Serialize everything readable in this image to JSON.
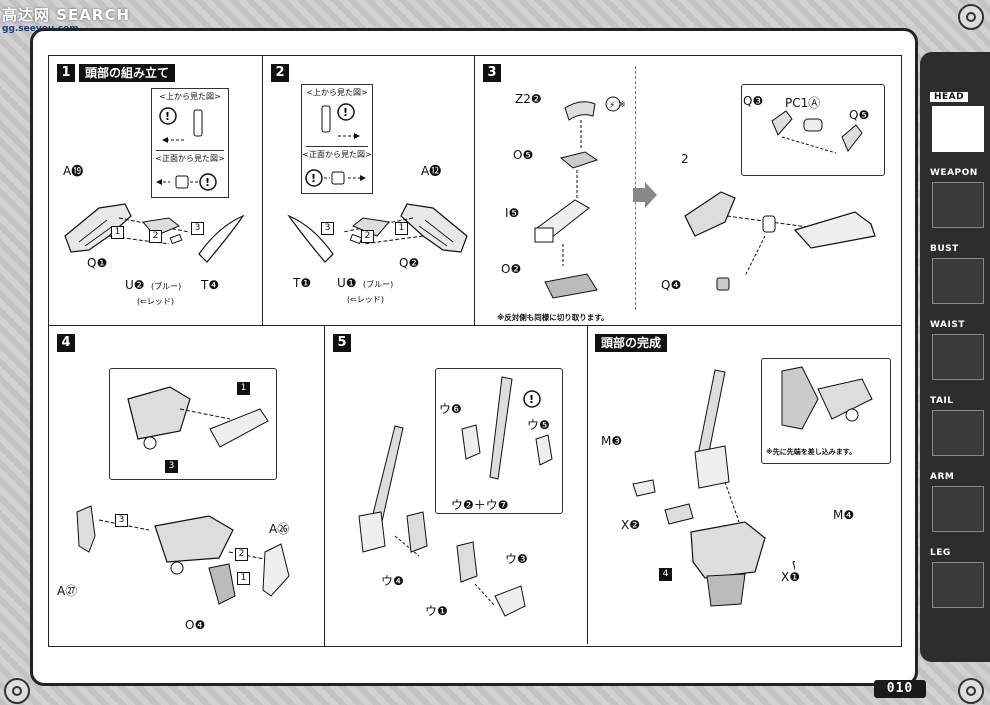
{
  "watermark": {
    "brand": "SEARCH",
    "prefix": "高达网",
    "url": "gg.seeyou.com"
  },
  "page_number": "010",
  "sidebar": {
    "tabs": [
      {
        "label": "HEAD",
        "active": true,
        "icon": "head-part-icon"
      },
      {
        "label": "WEAPON",
        "active": false,
        "icon": "weapon-part-icon"
      },
      {
        "label": "BUST",
        "active": false,
        "icon": "bust-part-icon"
      },
      {
        "label": "WAIST",
        "active": false,
        "icon": "waist-part-icon"
      },
      {
        "label": "TAIL",
        "active": false,
        "icon": "tail-part-icon"
      },
      {
        "label": "ARM",
        "active": false,
        "icon": "arm-part-icon"
      },
      {
        "label": "LEG",
        "active": false,
        "icon": "leg-part-icon"
      }
    ]
  },
  "steps": {
    "s1": {
      "num": "1",
      "title": "頭部の組み立て",
      "view_top": "<上から見た図>",
      "view_front": "<正面から見た図>",
      "parts": {
        "a": "A⓳",
        "q": "Q❶",
        "u": "U❷",
        "u_note": "(ブルー)",
        "u_alt": "(⇐レッド)",
        "t": "T❹"
      },
      "order": [
        "1",
        "2",
        "3"
      ]
    },
    "s2": {
      "num": "2",
      "view_top": "<上から見た図>",
      "view_front": "<正面から見た図>",
      "parts": {
        "a": "A⓬",
        "q": "Q❷",
        "u": "U❶",
        "u_note": "(ブルー)",
        "u_alt": "(⇐レッド)",
        "t": "T❶"
      },
      "order": [
        "1",
        "2",
        "3"
      ]
    },
    "s3": {
      "num": "3",
      "parts": {
        "z": "Z2❷",
        "o5": "O❺",
        "i": "I❺",
        "o2": "O❷",
        "q3": "Q❸",
        "pc": "PC1Ⓐ",
        "q5": "Q❺",
        "q4": "Q❹",
        "ref": "2"
      },
      "note": "※反対側も同様に切り取ります。",
      "mark": "※"
    },
    "s4": {
      "num": "4",
      "parts": {
        "a27": "A㉗",
        "a26": "A㉖",
        "o4": "O❹"
      },
      "order": [
        "1",
        "2",
        "3"
      ]
    },
    "s5": {
      "num": "5",
      "parts": {
        "u6": "ウ❻",
        "u5": "ウ❺",
        "combo": "ウ❷＋ウ❼",
        "u4": "ウ❹",
        "u1": "ウ❶",
        "u3": "ウ❸"
      }
    },
    "complete": {
      "title": "頭部の完成",
      "parts": {
        "m3": "M❸",
        "x2": "X❷",
        "m4": "M❹",
        "x1": "X❶",
        "ref": "4"
      },
      "note": "※先に先端を差し込みます。"
    }
  }
}
